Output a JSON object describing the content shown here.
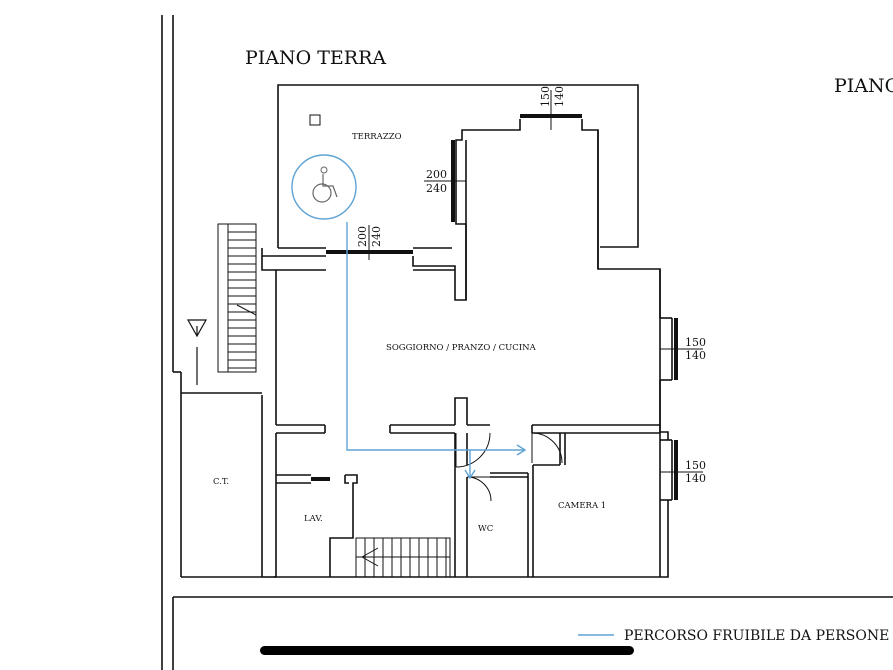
{
  "titles": {
    "ground_floor": "PIANO TERRA",
    "other_floor_partial": "PIANO"
  },
  "rooms": {
    "terrace": "TERRAZZO",
    "living": "SOGGIORNO / PRANZO / CUCINA",
    "boiler": "C.T.",
    "laundry": "LAV.",
    "wc": "WC",
    "bedroom": "CAMERA 1"
  },
  "windows": {
    "top_right": {
      "w": "150",
      "h": "140"
    },
    "terrace_left": {
      "w": "200",
      "h": "240"
    },
    "terrace_bottom": {
      "w": "200",
      "h": "240"
    },
    "east_upper": {
      "w": "150",
      "h": "140"
    },
    "east_lower": {
      "w": "150",
      "h": "140"
    }
  },
  "legend": {
    "label": "PERCORSO FRUIBILE DA PERSONE C",
    "line_color": "#5ea2d4"
  },
  "icons": {
    "accessibility": "wheelchair-icon",
    "entrance": "entrance-arrow-icon"
  },
  "colors": {
    "walls": "#111111",
    "accessible_path": "#5ea2d4",
    "home_indicator": "#000000"
  }
}
